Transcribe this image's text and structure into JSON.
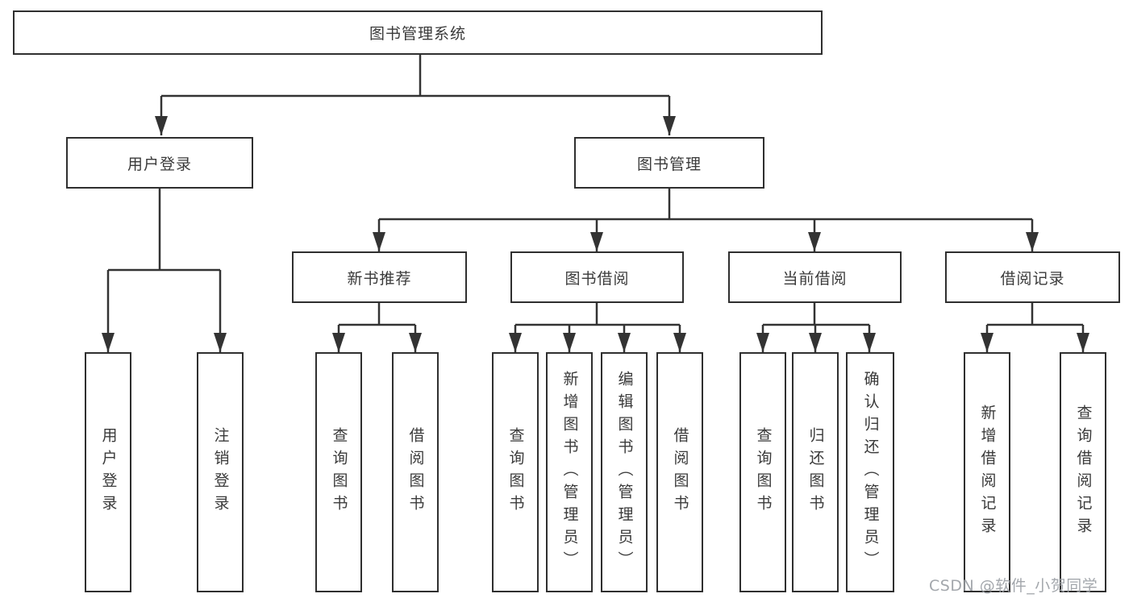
{
  "diagram_type": "tree",
  "title": "图书管理系统",
  "watermark": "CSDN @软件_小贺同学",
  "colors": {
    "line": "#333333",
    "box_border": "#2f2f2f",
    "text": "#3a3a3a",
    "background": "#ffffff",
    "watermark": "#9ea2a8"
  },
  "tree": {
    "label": "图书管理系统",
    "children": [
      {
        "label": "用户登录",
        "children": [
          {
            "label": "用户登录"
          },
          {
            "label": "注销登录"
          }
        ]
      },
      {
        "label": "图书管理",
        "children": [
          {
            "label": "新书推荐",
            "children": [
              {
                "label": "查询图书"
              },
              {
                "label": "借阅图书"
              }
            ]
          },
          {
            "label": "图书借阅",
            "children": [
              {
                "label": "查询图书"
              },
              {
                "label": "新增图书（管理员）"
              },
              {
                "label": "编辑图书（管理员）"
              },
              {
                "label": "借阅图书"
              }
            ]
          },
          {
            "label": "当前借阅",
            "children": [
              {
                "label": "查询图书"
              },
              {
                "label": "归还图书"
              },
              {
                "label": "确认归还（管理员）"
              }
            ]
          },
          {
            "label": "借阅记录",
            "children": [
              {
                "label": "新增借阅记录"
              },
              {
                "label": "查询借阅记录"
              }
            ]
          }
        ]
      }
    ]
  }
}
